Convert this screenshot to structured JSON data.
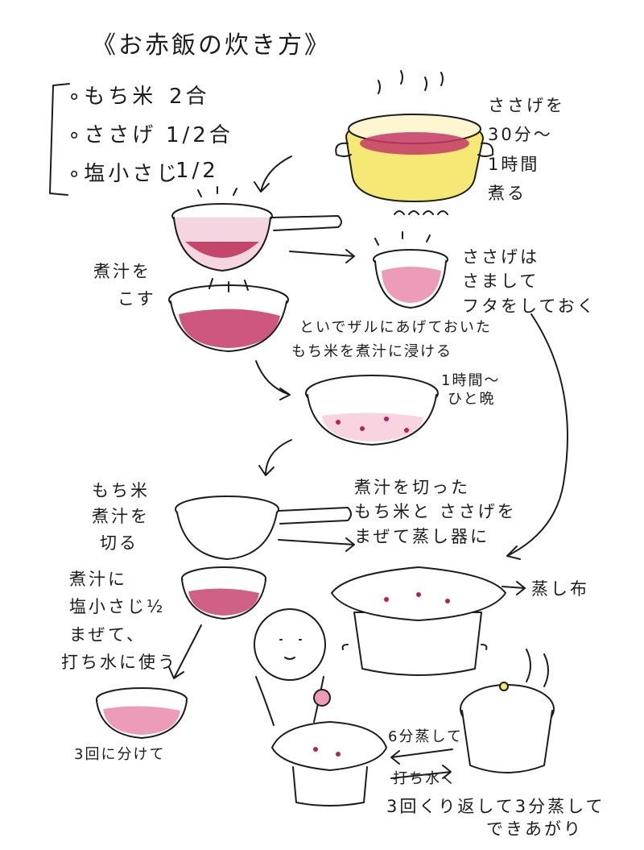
{
  "title": "《お赤飯の炊き方》",
  "ingredients": [
    {
      "name": "もち米",
      "amount": "2合"
    },
    {
      "name": "ささげ",
      "amount": "1/2合"
    },
    {
      "name": "塩小さじ",
      "amount": "1/2"
    }
  ],
  "steps": {
    "boil": [
      "ささげを",
      "30分～",
      "1時間",
      "煮る"
    ],
    "strain": [
      "煮汁を",
      "こす"
    ],
    "cool": [
      "ささげは",
      "さまして",
      "フタをしておく"
    ],
    "soak_a": "といでザルにあげておいた",
    "soak_b": "もち米を煮汁に浸ける",
    "soak_time": [
      "1時間～",
      "ひと晩"
    ],
    "drain": [
      "もち米",
      "煮汁を",
      "切る"
    ],
    "mix": [
      "煮汁を切った",
      "もち米と ささげを",
      "まぜて蒸し器に"
    ],
    "cloth": "蒸し布",
    "salt": [
      "煮汁に",
      "塩小さじ½",
      "まぜて、",
      "打ち水に使う"
    ],
    "three_times": "3回に分けて",
    "steam6": "6分蒸して",
    "sprinkle": "打ち水く",
    "repeat": "3回くり返して3分蒸して",
    "done": "できあがり"
  },
  "colors": {
    "ink": "#1c1c1c",
    "bean": "#b5234e",
    "broth": "#c43a68",
    "broth_light": "#ec9cb9",
    "pot_yellow": "#f6e874"
  }
}
